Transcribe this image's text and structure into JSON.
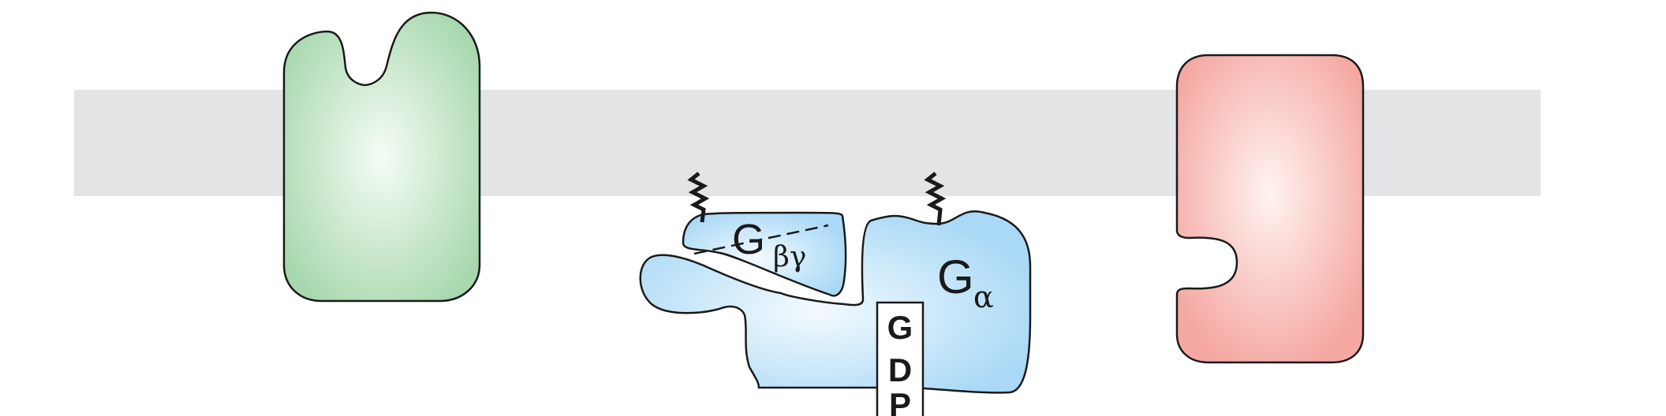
{
  "labels": {
    "g_beta_gamma_base": "G",
    "g_beta_gamma_sub": "βγ",
    "g_alpha_base": "G",
    "g_alpha_sub": "α",
    "gdp_g": "G",
    "gdp_d": "D",
    "gdp_p": "P"
  },
  "colors": {
    "membrane": "#e3e4e6",
    "receptor_fill": "#a8d8ae",
    "receptor_center": "#f4fbf4",
    "g_protein_fill": "#a9d9f6",
    "g_protein_center": "#f1f9fe",
    "effector_fill": "#f5a8a2",
    "effector_center": "#fff1ef",
    "outline": "#1a1a1a"
  },
  "icons": {
    "lipid_anchor_left": "zigzag-anchor-icon",
    "lipid_anchor_right": "zigzag-anchor-icon"
  }
}
